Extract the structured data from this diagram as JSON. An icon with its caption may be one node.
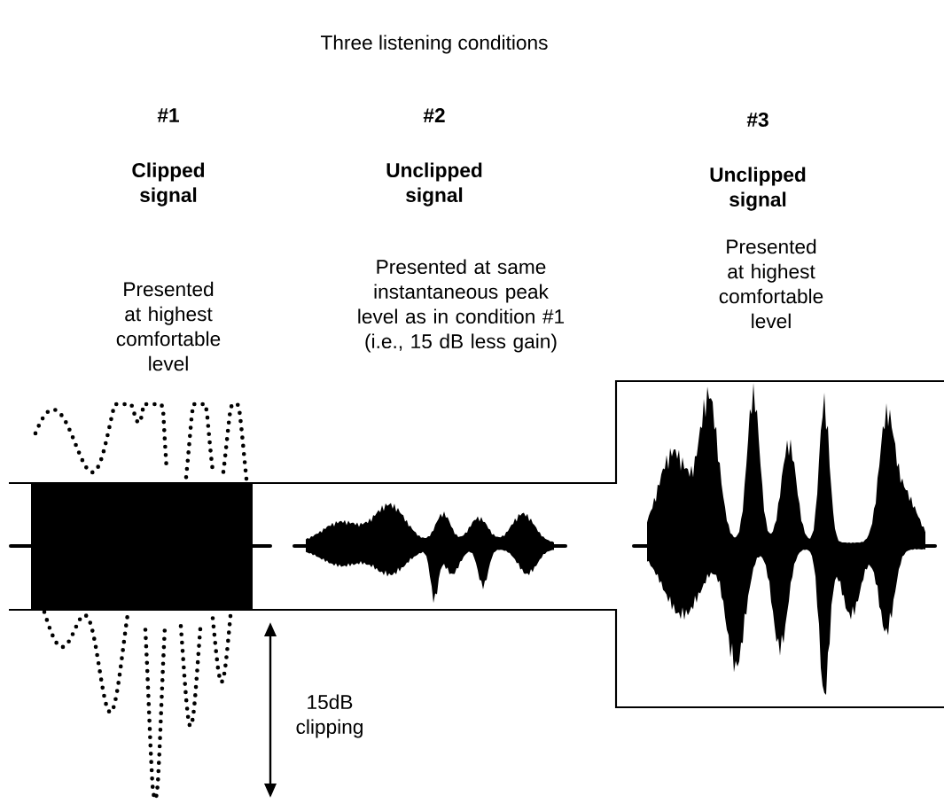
{
  "diagram": {
    "title": "Three listening conditions",
    "labels": [
      "#1",
      "#2",
      "#3",
      "Clipped signal",
      "Unclipped signal",
      "Unclipped signal",
      "Presented at highest comfortable level",
      "Presented at same instantaneous peak level as in condition #1 (i.e., 15 dB less gain)",
      "Presented at highest comfortable level",
      "15dB clipping"
    ]
  }
}
